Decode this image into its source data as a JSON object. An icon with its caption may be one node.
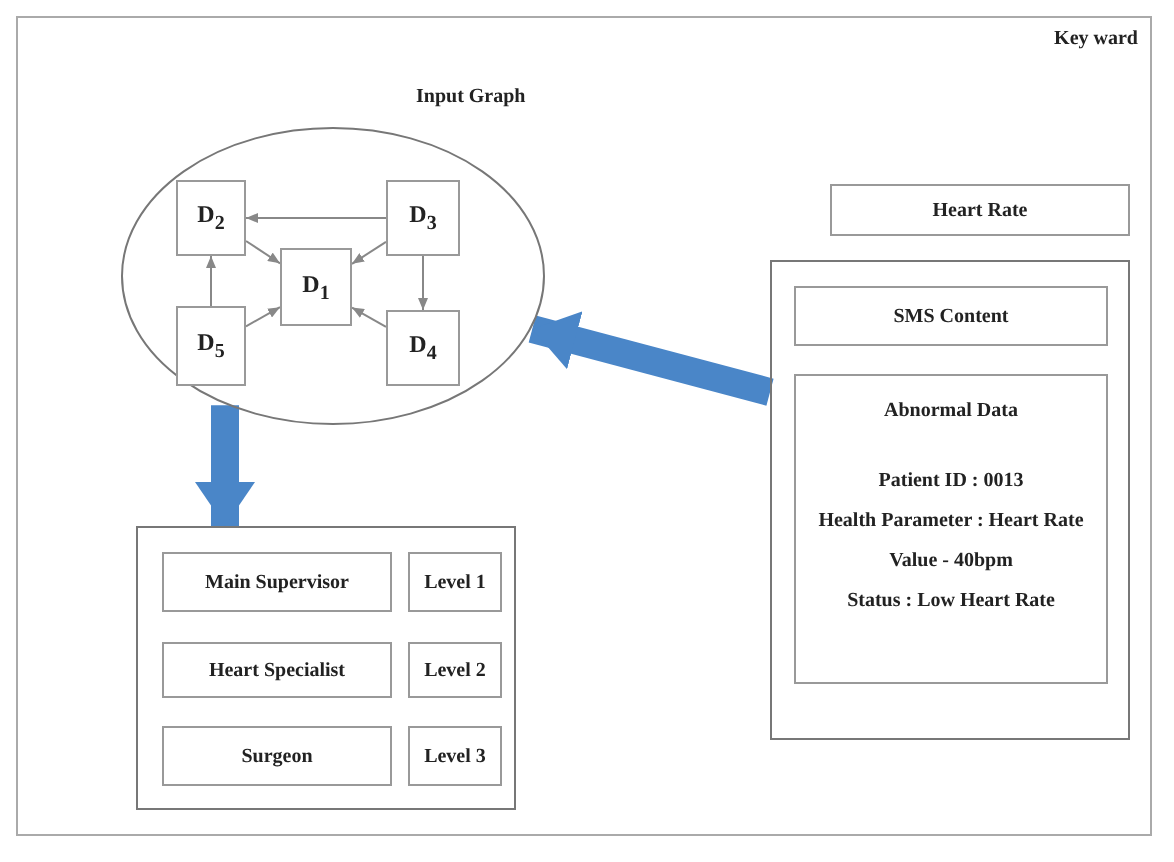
{
  "diagram": {
    "nodes": [
      {
        "text": [
          "Input Graph"
        ]
      },
      {
        "text": [
          "D$_{2}$"
        ],
        "in": 0
      },
      {
        "text": [
          "D$_{3}$"
        ],
        "in": 0
      },
      {
        "text": [
          "D$_{1}$"
        ],
        "in": 0
      },
      {
        "text": [
          "D$_{5}$"
        ],
        "in": 0
      },
      {
        "text": [
          "D$_{4}$"
        ],
        "in": 0
      },
      {
        "text": [
          "Heart Rate"
        ]
      },
      {
        "text": [],
        "shape": "box"
      },
      {
        "text": [
          "SMS Content"
        ],
        "in": 7
      },
      {
        "text": [
          "Abnormal Data",
          "Patient ID : 0013",
          "Health Parameter : Heart Rate",
          "Value - 40bpm",
          "Status : Low Heart Rate"
        ],
        "in": 7
      },
      {
        "text": [],
        "shape": "box"
      },
      {
        "text": [
          "Main Supervisor"
        ],
        "in": 10
      },
      {
        "text": [
          "Level 1"
        ],
        "in": 10
      },
      {
        "text": [
          "Heart Specialist"
        ],
        "in": 10
      },
      {
        "text": [
          "Level 2"
        ],
        "in": 10
      },
      {
        "text": [
          "Surgeon"
        ],
        "in": 10
      },
      {
        "text": [
          "Level 3"
        ],
        "in": 10
      }
    ],
    "edges": [
      {
        "from": 2,
        "to": 1,
        "arrow": "to"
      },
      {
        "from": 4,
        "to": 1,
        "arrow": "to"
      },
      {
        "from": 2,
        "to": 5,
        "arrow": "to"
      },
      {
        "from": 1,
        "to": 3,
        "arrow": "to"
      },
      {
        "from": 2,
        "to": 3,
        "arrow": "to"
      },
      {
        "from": 4,
        "to": 3,
        "arrow": "to"
      },
      {
        "from": 5,
        "to": 3,
        "arrow": "to"
      },
      {
        "from": 7,
        "to": 0,
        "arrow": "to",
        "style": "thick",
        "color": "#4a86c8"
      },
      {
        "from": 0,
        "to": 10,
        "arrow": "to",
        "style": "thick",
        "color": "#4a86c8"
      }
    ],
    "labels": [
      "Key ward"
    ]
  }
}
